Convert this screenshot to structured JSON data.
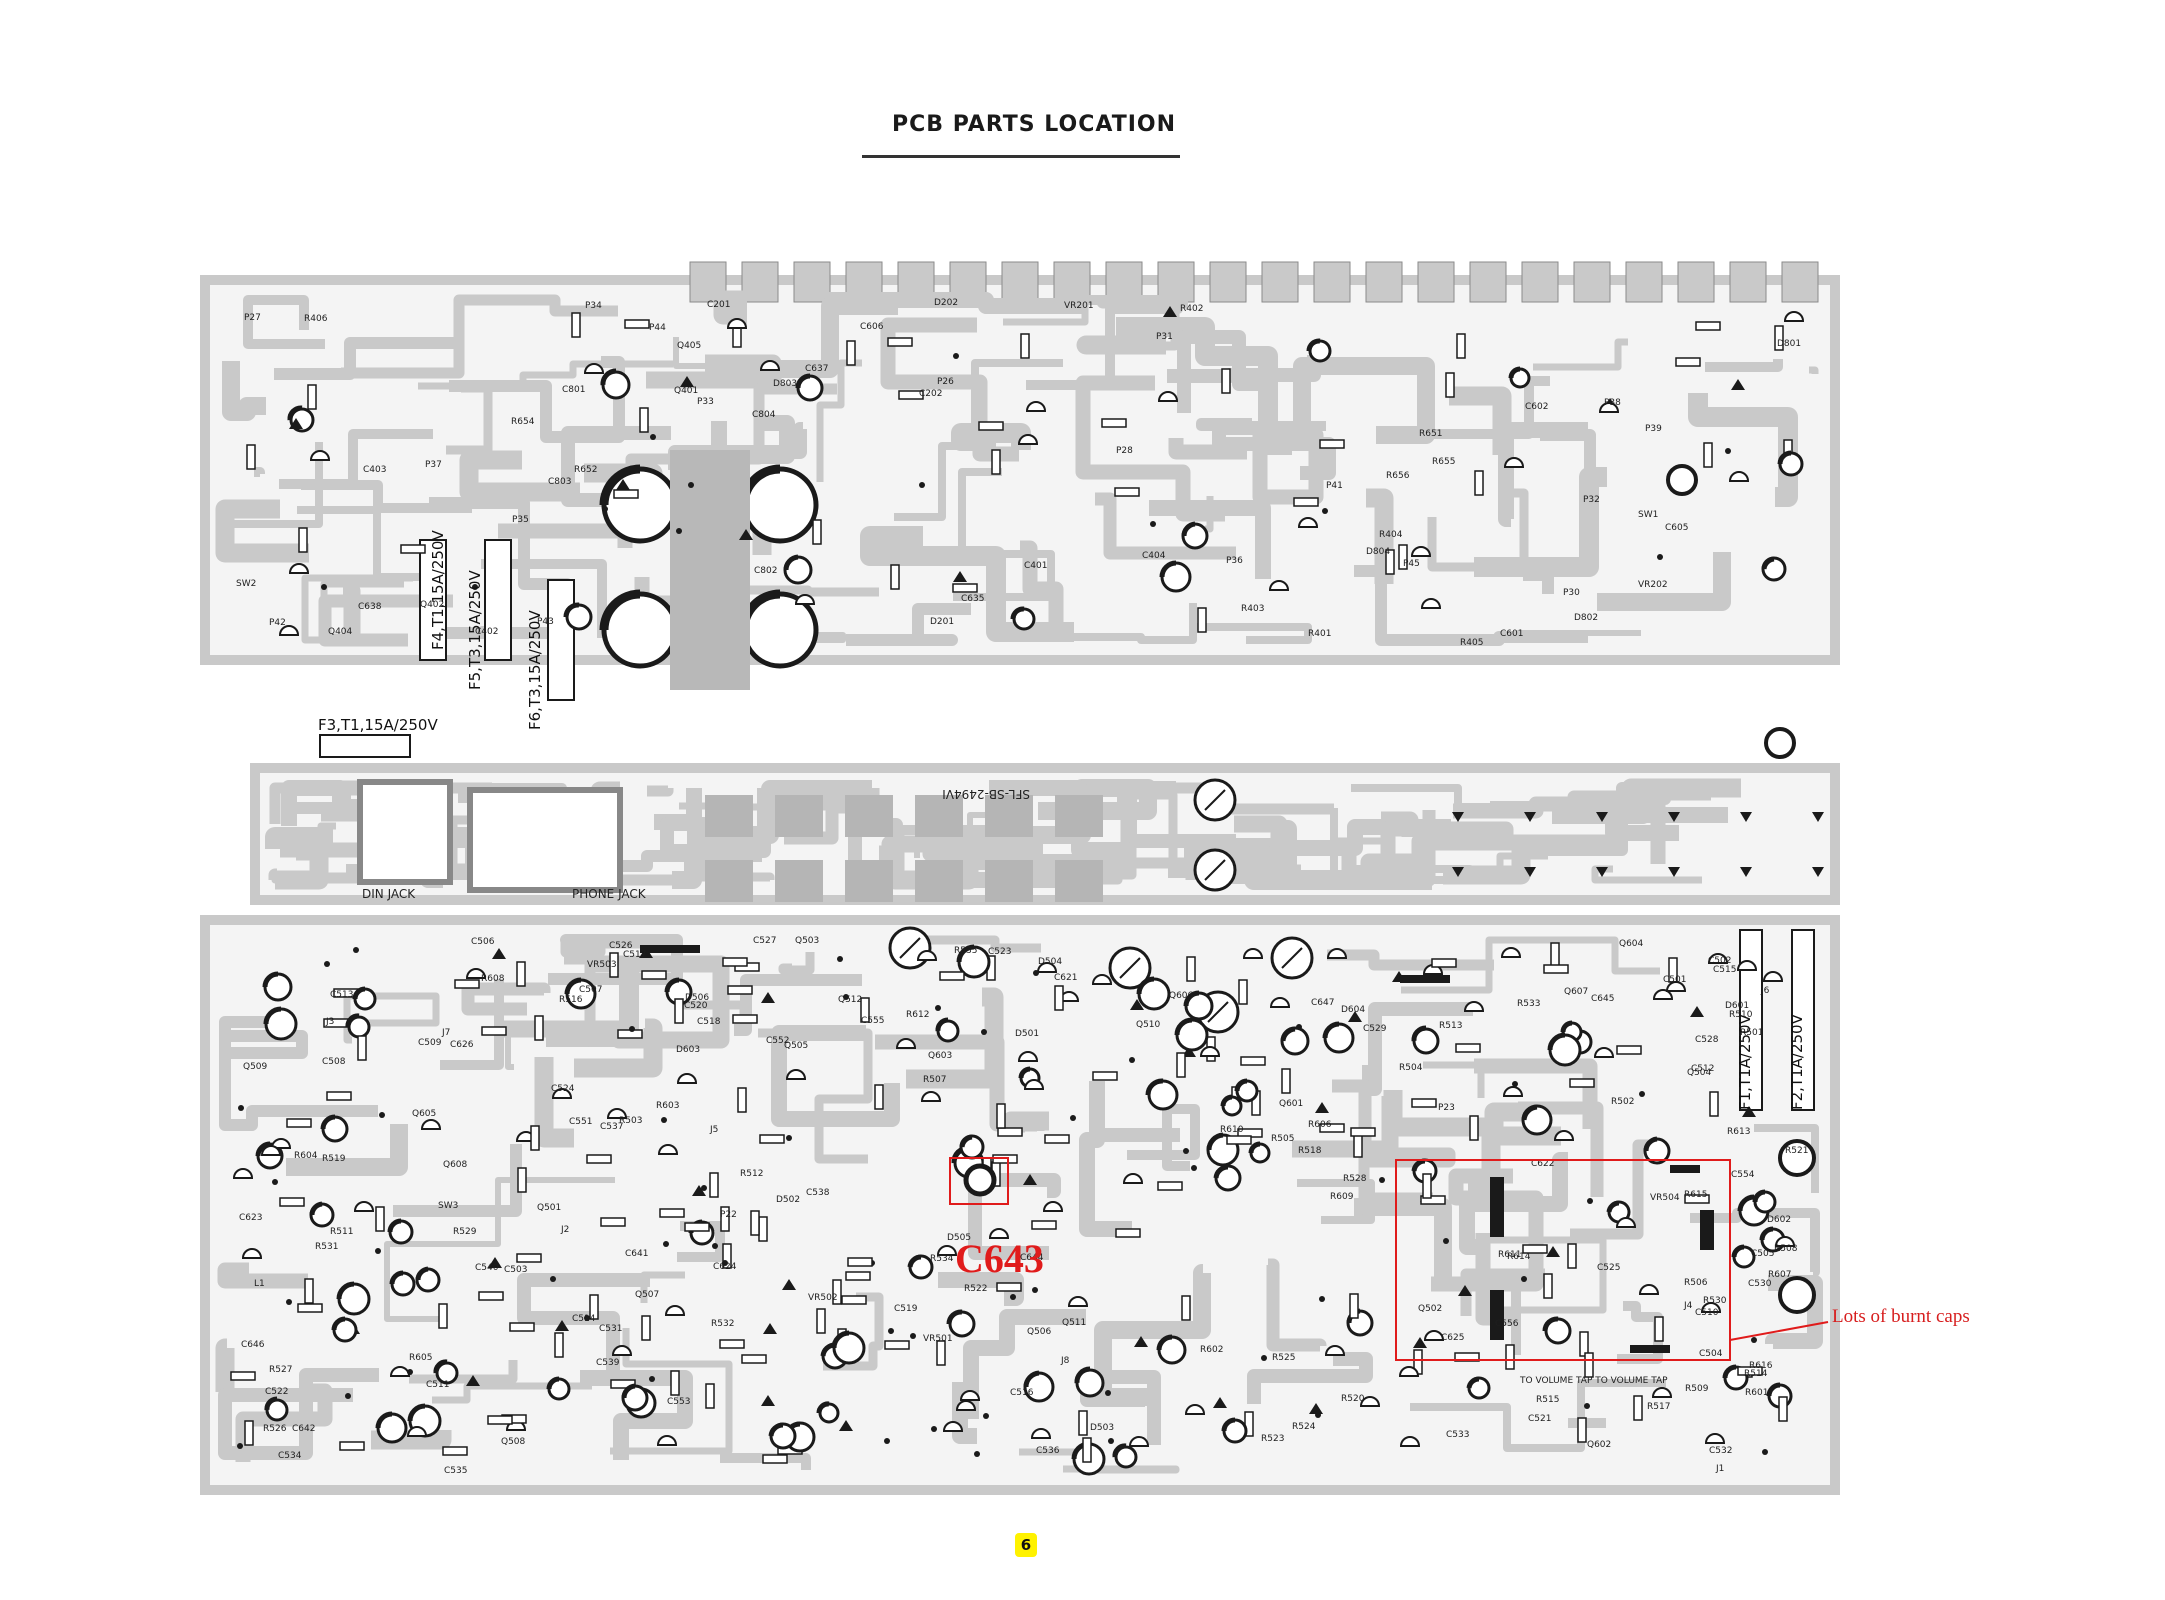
{
  "title": "PCB PARTS LOCATION",
  "page_number": "6",
  "annotations": {
    "component_label": "C643",
    "note": "Lots of burnt caps",
    "highlight_color": "#e01b1b"
  },
  "board": {
    "trace_color": "#c9c9c9",
    "pad_color": "#1a1a1a",
    "board_code": "SFL-SB-2494VI",
    "fuses": {
      "f3": "F3,T1,15A/250V",
      "f4": "F4,T1,15A/250V",
      "f5": "F5,T3,15A/250V",
      "f6": "F6,T3,15A/250V",
      "f1": "F1,T1A/250V",
      "f2": "F2,T1A/250V"
    },
    "connectors": {
      "din_jack": "DIN JACK",
      "phone_jack": "PHONE JACK",
      "vol_tap": "TO VOLUME TAP TO VOLUME TAP"
    },
    "top_labels": [
      "C601",
      "C602",
      "C635",
      "C637",
      "C638",
      "R651",
      "R652",
      "R654",
      "R655",
      "R656",
      "C605",
      "C606",
      "C801",
      "C802",
      "C803",
      "C804",
      "D801",
      "D802",
      "D803",
      "D804",
      "Q401",
      "Q402",
      "Q404",
      "Q405",
      "R401",
      "R402",
      "R403",
      "R404",
      "R405",
      "R406",
      "C401",
      "C402",
      "C403",
      "C404",
      "VR201",
      "VR202",
      "D201",
      "D202",
      "C201",
      "C202",
      "P26",
      "P27",
      "P28",
      "P30",
      "P31",
      "P32",
      "P33",
      "P34",
      "P35",
      "P36",
      "P37",
      "P38",
      "P39",
      "P41",
      "P42",
      "P43",
      "P44",
      "P45",
      "SW1",
      "SW2"
    ],
    "bottom_labels": [
      "C501",
      "C502",
      "C503",
      "C504",
      "C505",
      "C506",
      "C507",
      "C508",
      "C509",
      "C510",
      "C511",
      "C512",
      "C513",
      "C514",
      "C515",
      "C516",
      "C517",
      "C518",
      "C519",
      "C520",
      "C521",
      "C522",
      "C523",
      "C524",
      "C525",
      "C526",
      "C527",
      "C528",
      "C529",
      "C530",
      "C531",
      "C532",
      "C533",
      "C534",
      "C535",
      "C536",
      "C537",
      "C538",
      "C539",
      "C540",
      "C551",
      "C552",
      "C553",
      "C554",
      "C555",
      "C556",
      "C621",
      "C622",
      "C623",
      "C624",
      "C625",
      "C626",
      "C641",
      "C642",
      "C644",
      "C645",
      "C646",
      "C647",
      "Q501",
      "Q502",
      "Q503",
      "Q504",
      "Q505",
      "Q506",
      "Q507",
      "Q508",
      "Q509",
      "Q510",
      "Q511",
      "Q512",
      "Q601",
      "Q602",
      "Q603",
      "Q604",
      "Q605",
      "Q606",
      "Q607",
      "Q608",
      "R501",
      "R502",
      "R503",
      "R504",
      "R505",
      "R506",
      "R507",
      "R508",
      "R509",
      "R510",
      "R511",
      "R512",
      "R513",
      "R514",
      "R515",
      "R516",
      "R517",
      "R518",
      "R519",
      "R520",
      "R521",
      "R522",
      "R523",
      "R524",
      "R525",
      "R526",
      "R527",
      "R528",
      "R529",
      "R530",
      "R531",
      "R532",
      "R533",
      "R534",
      "R535",
      "R601",
      "R602",
      "R603",
      "R604",
      "R605",
      "R606",
      "R607",
      "R608",
      "R609",
      "R610",
      "R611",
      "R612",
      "R613",
      "R614",
      "R615",
      "R616",
      "D501",
      "D502",
      "D503",
      "D504",
      "D505",
      "D506",
      "D601",
      "D602",
      "D603",
      "D604",
      "VR501",
      "VR502",
      "VR503",
      "VR504",
      "L1",
      "J1",
      "J2",
      "J3",
      "J4",
      "J5",
      "J6",
      "J7",
      "J8",
      "SW3",
      "P22",
      "P23"
    ]
  }
}
